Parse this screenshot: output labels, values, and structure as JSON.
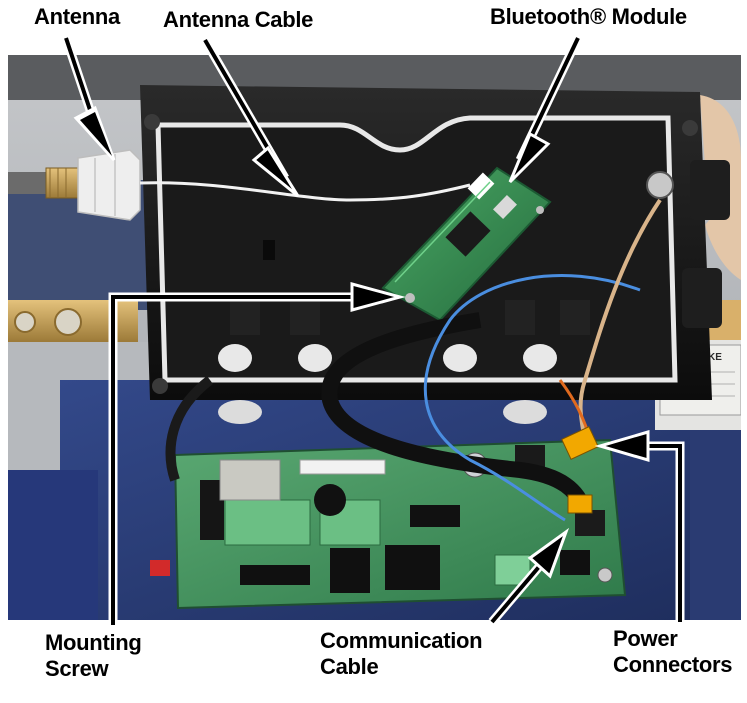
{
  "labels": {
    "antenna": "Antenna",
    "antenna_cable": "Antenna Cable",
    "bluetooth_module": "Bluetooth® Module",
    "mounting_screw": [
      "Mounting",
      "Screw"
    ],
    "communication_cable": [
      "Communication",
      "Cable"
    ],
    "power_connectors": [
      "Power",
      "Connectors"
    ]
  },
  "photo_text": {
    "nameplate_brand": "RICE LAKE"
  },
  "colors": {
    "enclosure": "#141414",
    "enclosure_rim": "#e8e8e8",
    "circuit_board": "#3f8f5a",
    "bluetooth_board": "#2f8a4e",
    "base_plate": "#2b3f78",
    "background_gray": "#b9bcc0",
    "brass": "#c9a25a",
    "cable_blue": "#4a8ee0",
    "connector_orange": "#f2a800",
    "callout_arrow": "#000000"
  }
}
